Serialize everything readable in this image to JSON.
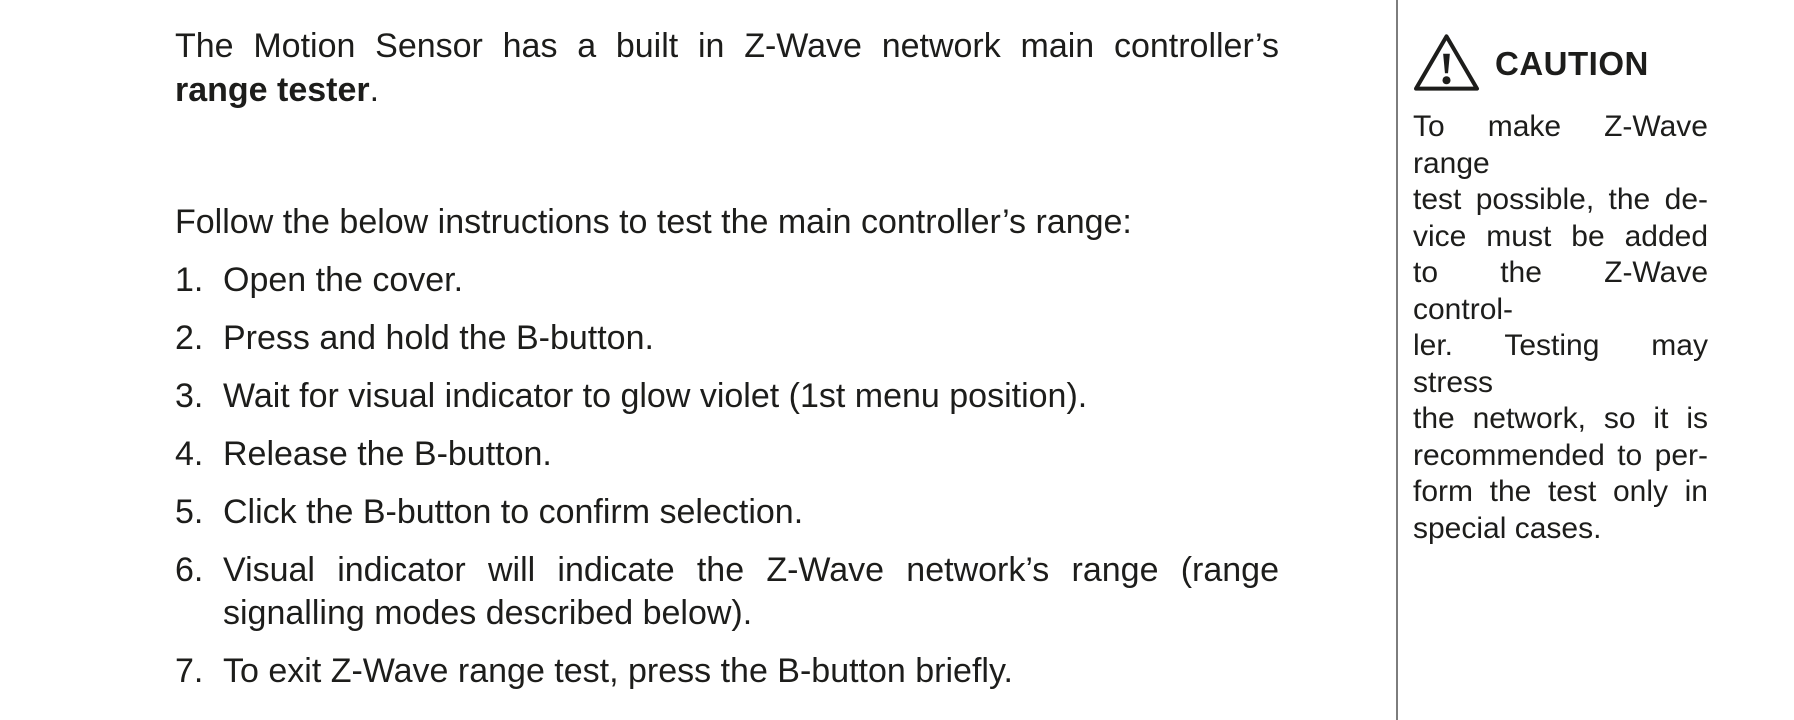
{
  "main": {
    "intro": {
      "line1": "The Motion Sensor has a built in Z-Wave network main controller’s",
      "line2_bold": "range tester",
      "line2_suffix": "."
    },
    "instructions_heading": "Follow the below instructions to test the main controller’s range:",
    "steps": [
      {
        "num": "1.",
        "lines": [
          "Open the cover."
        ]
      },
      {
        "num": "2.",
        "lines": [
          "Press and hold the B-button."
        ]
      },
      {
        "num": "3.",
        "lines": [
          "Wait for visual indicator to glow violet (1st menu position)."
        ]
      },
      {
        "num": "4.",
        "lines": [
          "Release the B-button."
        ]
      },
      {
        "num": "5.",
        "lines": [
          "Click the B-button to confirm selection."
        ]
      },
      {
        "num": "6.",
        "lines": [
          "Visual indicator will indicate the Z-Wave network’s range (range",
          "signalling modes described below)."
        ]
      },
      {
        "num": "7.",
        "lines": [
          "To exit Z-Wave range test, press the B-button briefly."
        ]
      }
    ]
  },
  "sidebar": {
    "caution_label": "CAUTION",
    "warning_icon": "warning-triangle-exclamation-icon",
    "body_lines": [
      "To make Z-Wave range",
      "test possible, the de-",
      "vice must be added",
      "to the Z-Wave control-",
      "ler. Testing may stress",
      "the network, so it is",
      "recommended to per-",
      "form the test only in",
      "special cases."
    ]
  },
  "colors": {
    "text": "#1d1d1b",
    "divider": "#7d7d7d",
    "background": "#ffffff"
  }
}
